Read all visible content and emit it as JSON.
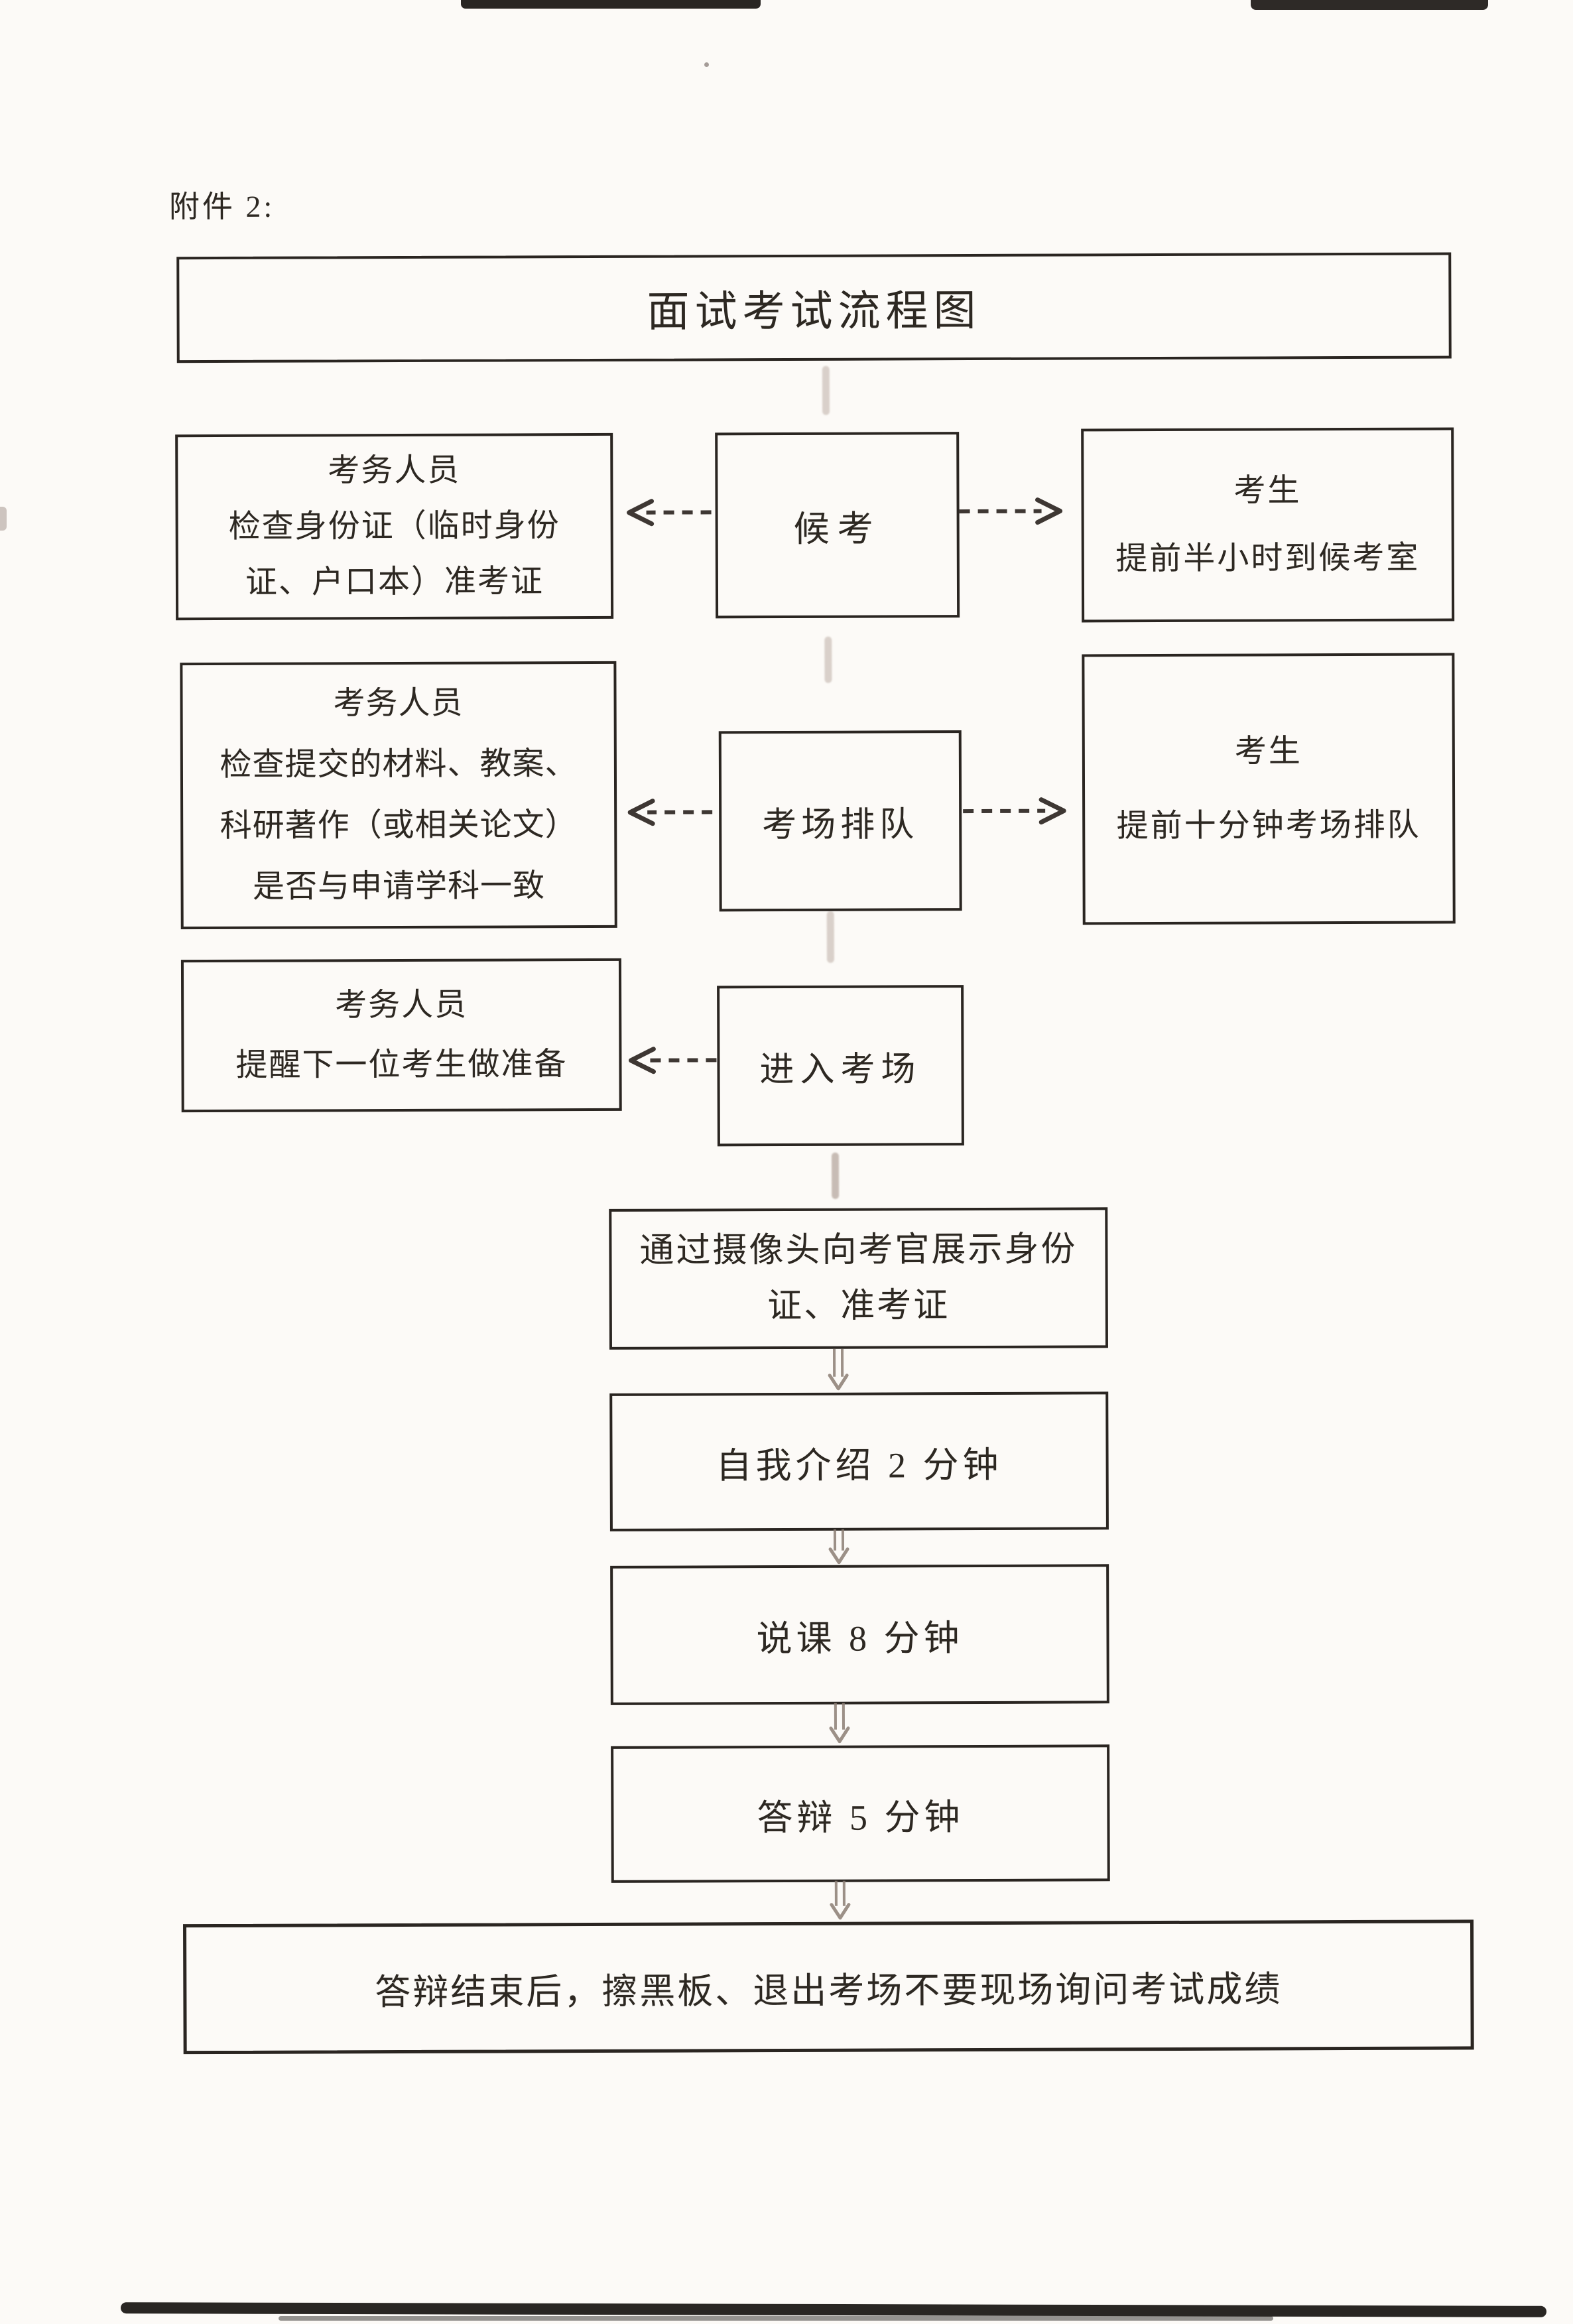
{
  "page": {
    "attachment_label": "附件 2:",
    "title": "面试考试流程图"
  },
  "flow": {
    "staff1": {
      "lines": [
        "考务人员",
        "检查身份证（临时身份",
        "证、户口本）准考证"
      ]
    },
    "wait": {
      "label": "候考"
    },
    "candidate1": {
      "lines": [
        "考生",
        "提前半小时到候考室"
      ]
    },
    "staff2": {
      "lines": [
        "考务人员",
        "检查提交的材料、教案、",
        "科研著作（或相关论文）",
        "是否与申请学科一致"
      ]
    },
    "queue": {
      "label": "考场排队"
    },
    "candidate2": {
      "lines": [
        "考生",
        "提前十分钟考场排队"
      ]
    },
    "staff3": {
      "lines": [
        "考务人员",
        "提醒下一位考生做准备"
      ]
    },
    "enter": {
      "label": "进入考场"
    },
    "show_id": {
      "lines": [
        "通过摄像头向考官展示身份",
        "证、准考证"
      ]
    },
    "intro": {
      "label": "自我介绍 2 分钟"
    },
    "lecture": {
      "label": "说课 8 分钟"
    },
    "defense": {
      "label": "答辩 5 分钟"
    },
    "end": {
      "label": "答辩结束后，擦黑板、退出考场不要现场询问考试成绩"
    }
  },
  "colors": {
    "paper": "#fcfaf7",
    "ink": "#2d2822",
    "box_border": "#2a2521",
    "faint_connector": "#b7a79e",
    "double_arrow": "#8b7d73",
    "dashed_arrow": "#3e3733"
  }
}
